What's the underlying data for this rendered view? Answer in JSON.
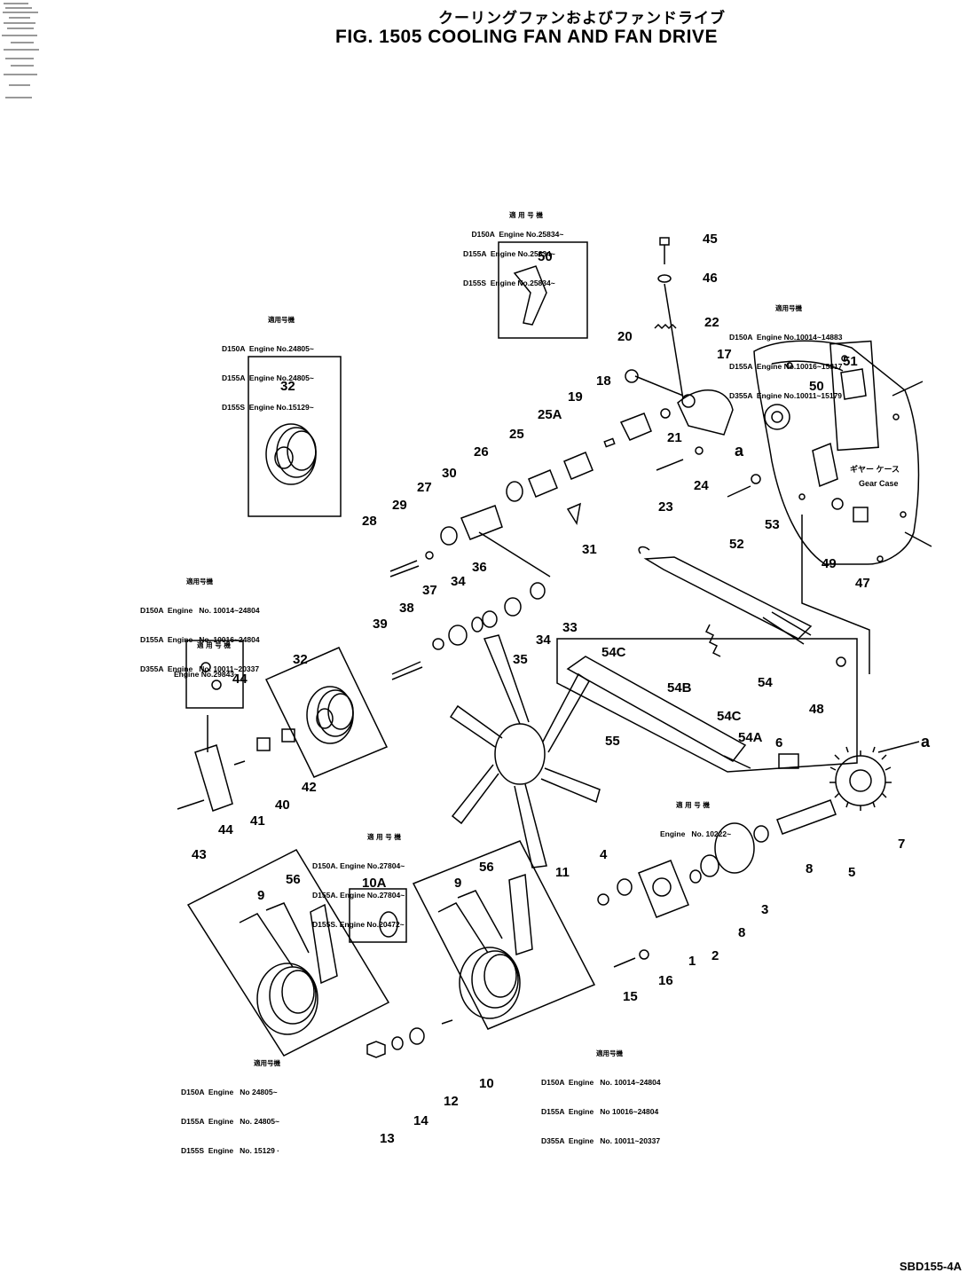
{
  "header": {
    "title_jp": "クーリングファンおよびファンドライブ",
    "title_en": "FIG. 1505 COOLING FAN AND FAN DRIVE"
  },
  "footer": {
    "code": "SBD155-4A"
  },
  "notes": {
    "n50": {
      "jp": "適 用 号 機",
      "lines": [
        "D150A  Engine No.25834~",
        "D155A  Engine No.25834~",
        "D155S  Engine No.25834~"
      ]
    },
    "n32": {
      "jp": "適用号機",
      "lines": [
        "D150A  Engine No.24805~",
        "D155A  Engine No.24805~",
        "D155S  Engine No.15129~"
      ]
    },
    "n51": {
      "jp": "適用号機",
      "lines": [
        "D150A  Engine No.10014~14883",
        "D155A  Engine No.10016~15817",
        "D355A  Engine No.10011~15179"
      ]
    },
    "n25": {
      "jp": "適用号機",
      "lines": [
        "D150A  Engine   No. 10014~24804",
        "D155A  Engine   No. 10016~24804",
        "D355A  Engine   No. 10011~20337"
      ]
    },
    "n44": {
      "jp": "適 用 号 機",
      "lines": [
        "Engine No.29843~"
      ]
    },
    "n6": {
      "jp": "適 用 号 機",
      "lines": [
        "Engine   No. 10222~"
      ]
    },
    "n10a": {
      "jp": "適 用 号 機",
      "lines": [
        "D150A. Engine No.27804~",
        "D155A. Engine No.27804~",
        "D155S. Engine No.20472~"
      ]
    },
    "n9l": {
      "jp": "適用号機",
      "lines": [
        "D150A  Engine   No 24805~",
        "D155A  Engine   No. 24805~",
        "D155S  Engine   No. 15129 ·"
      ]
    },
    "n9r": {
      "jp": "適用号機",
      "lines": [
        "D150A  Engine   No. 10014~24804",
        "D155A  Engine   No 10016~24804",
        "D355A  Engine   No. 10011~20337"
      ]
    }
  },
  "labels": {
    "l1": "1",
    "l2": "2",
    "l3": "3",
    "l4": "4",
    "l5": "5",
    "l6": "6",
    "l7": "7",
    "l8": "8",
    "l9a": "9",
    "l9b": "9",
    "l10": "10",
    "l10a": "10A",
    "l11": "11",
    "l12": "12",
    "l13": "13",
    "l14": "14",
    "l15": "15",
    "l16": "16",
    "l17": "17",
    "l18": "18",
    "l19": "19",
    "l20": "20",
    "l21": "21",
    "l22": "22",
    "l23": "23",
    "l24": "24",
    "l25": "25",
    "l25a": "25A",
    "l26": "26",
    "l27": "27",
    "l28": "28",
    "l29": "29",
    "l30": "30",
    "l31": "31",
    "l32a": "32",
    "l32b": "32",
    "l33": "33",
    "l34a": "34",
    "l34b": "34",
    "l35": "35",
    "l36": "36",
    "l37": "37",
    "l38": "38",
    "l39": "39",
    "l40": "40",
    "l41": "41",
    "l42": "42",
    "l43": "43",
    "l44a": "44",
    "l44b": "44",
    "l45": "45",
    "l46": "46",
    "l47": "47",
    "l48": "48",
    "l49": "49",
    "l50a": "50",
    "l50b": "50",
    "l51": "51",
    "l52": "52",
    "l53": "53",
    "l54": "54",
    "l54a": "54A",
    "l54b": "54B",
    "l54c1": "54C",
    "l54c2": "54C",
    "l55": "55",
    "l56a": "56",
    "l56b": "56",
    "aa": "a",
    "ab": "a",
    "gear_jp": "ギヤー ケース",
    "gear_en": "Gear   Case"
  }
}
